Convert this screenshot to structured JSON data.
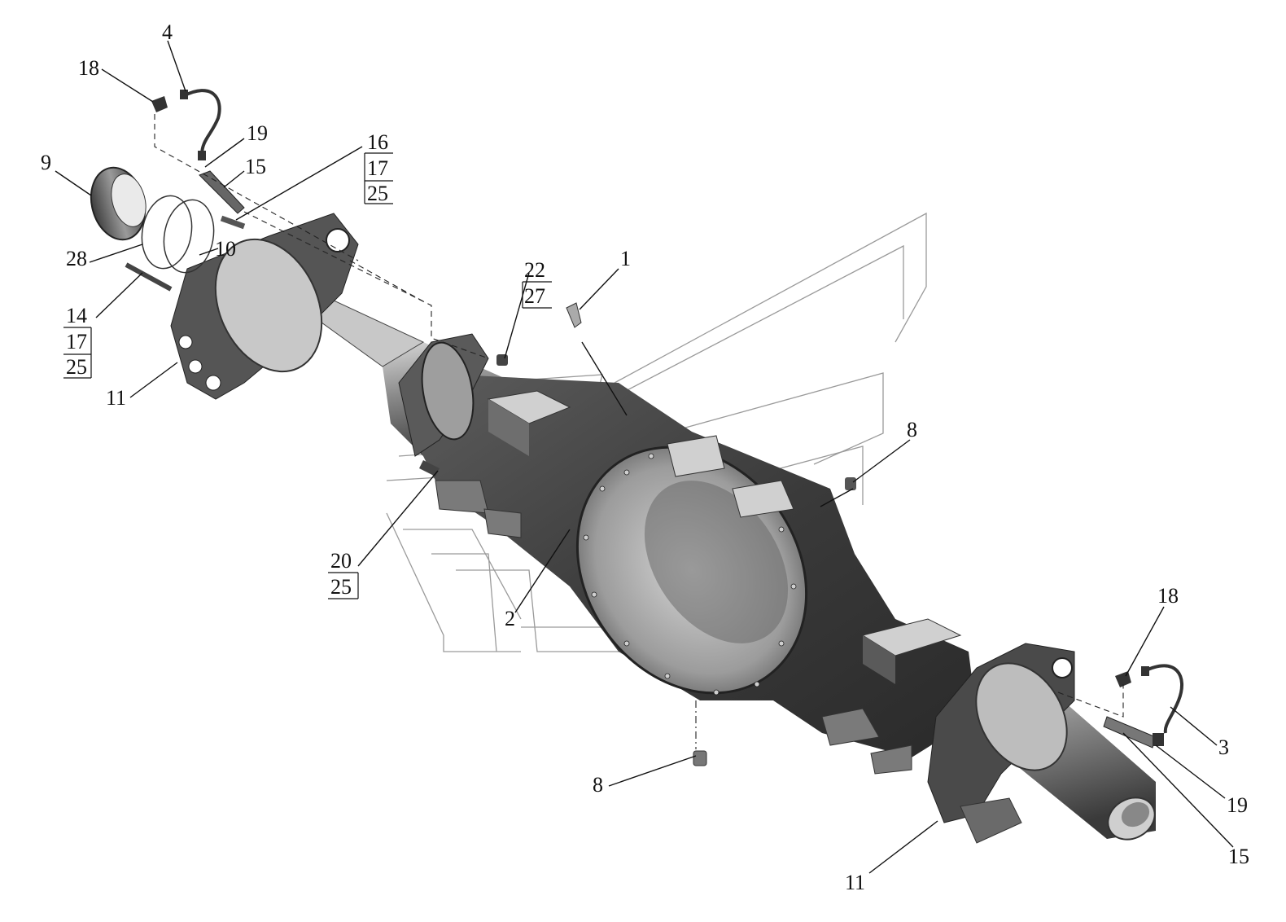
{
  "labels": {
    "l1": "1",
    "l2": "2",
    "l3": "3",
    "l4": "4",
    "l8a": "8",
    "l8b": "8",
    "l9": "9",
    "l10": "10",
    "l11a": "11",
    "l11b": "11",
    "l14": "14",
    "l14_17": "17",
    "l14_25": "25",
    "l15a": "15",
    "l15b": "15",
    "l16": "16",
    "l16_17": "17",
    "l16_25": "25",
    "l18a": "18",
    "l18b": "18",
    "l19a": "19",
    "l19b": "19",
    "l20": "20",
    "l20_25": "25",
    "l22": "22",
    "l22_27": "27",
    "l28": "28"
  },
  "colors": {
    "housing_dark": "#3a3a3a",
    "housing_mid": "#6b6b6b",
    "housing_light": "#b8b8b8",
    "leader": "#111111",
    "ghost_lines": "#9a9a9a"
  }
}
